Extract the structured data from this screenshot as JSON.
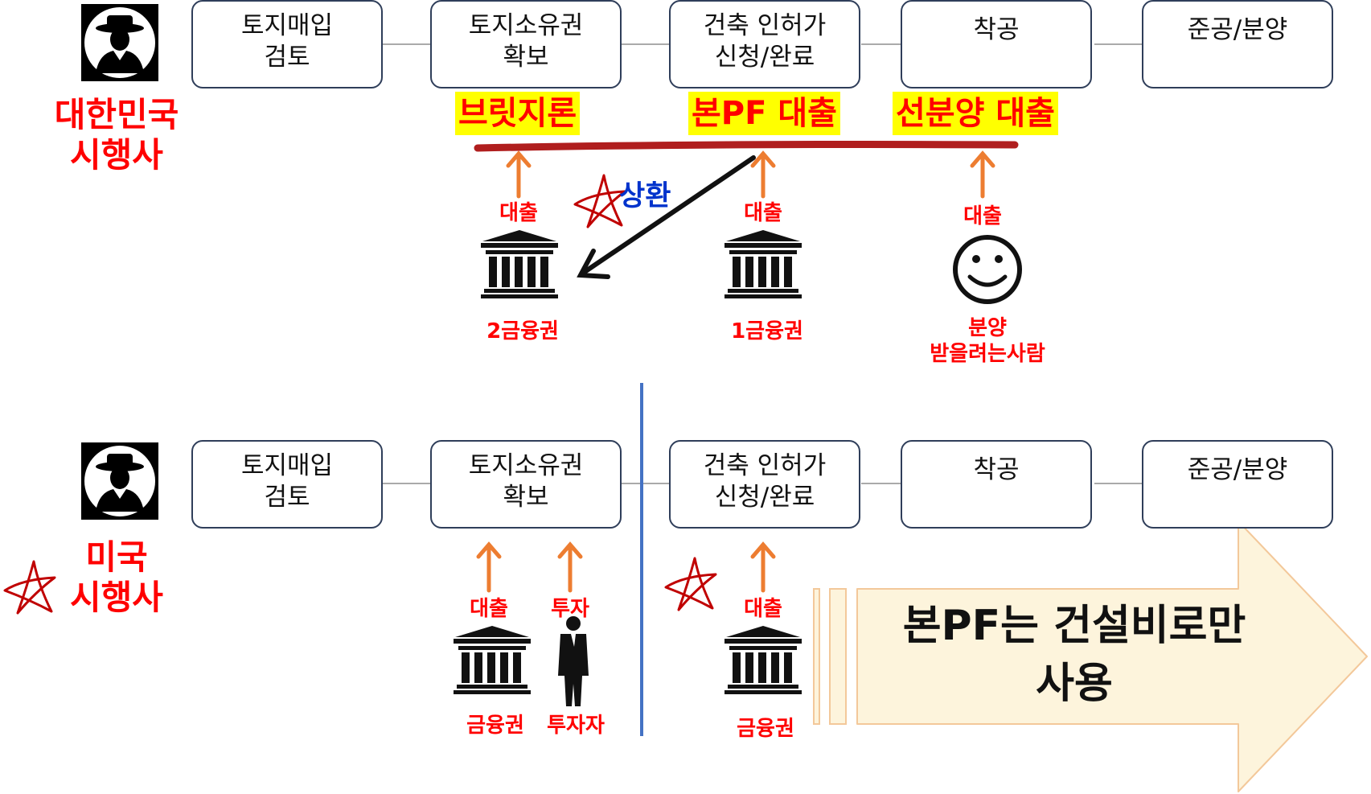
{
  "steps": [
    "토지매입\n검토",
    "토지소유권\n확보",
    "건축 인허가\n신청/완료",
    "착공",
    "준공/분양"
  ],
  "korea": {
    "company_label": "대한민국\n시행사",
    "loans": [
      "브릿지론",
      "본PF 대출",
      "선분양 대출"
    ],
    "loan_word": "대출",
    "repay_label": "상환",
    "lender_2nd": "2금융권",
    "lender_1st": "1금융권",
    "buyer_label": "분양\n받을려는사람"
  },
  "usa": {
    "company_label": "미국\n시행사",
    "loan_word": "대출",
    "invest_word": "투자",
    "lender_label": "금융권",
    "investor_label": "투자자",
    "lender_label_2": "금융권",
    "callout": "본PF는 건설비로만\n사용"
  },
  "colors": {
    "red": "#ff0000",
    "highlight": "#ffff00",
    "bar": "#c00000",
    "arrow_orange": "#ed7d31",
    "blue_text": "#0033cc",
    "divider": "#4472c4",
    "box_border": "#2f3e5a",
    "callout_fill": "#fdf4dc",
    "callout_border": "#f3c89a"
  },
  "icons": [
    "hat-man-icon",
    "bank-icon",
    "smiley-icon",
    "businessman-icon",
    "star-doodle-icon"
  ]
}
